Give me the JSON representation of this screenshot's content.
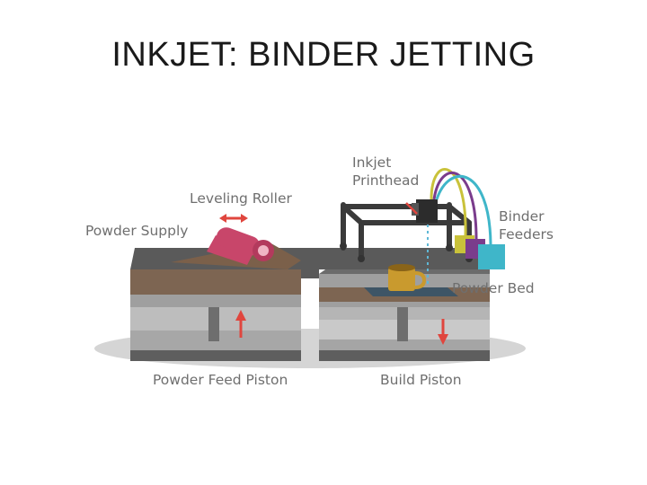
{
  "slide": {
    "title": "INKJET: BINDER JETTING"
  },
  "diagram": {
    "labels": {
      "inkjet_printhead_line1": "Inkjet",
      "inkjet_printhead_line2": "Printhead",
      "leveling_roller": "Leveling Roller",
      "powder_supply": "Powder Supply",
      "binder_feeders_line1": "Binder",
      "binder_feeders_line2": "Feeders",
      "powder_bed": "Powder Bed",
      "powder_feed_piston": "Powder Feed Piston",
      "build_piston": "Build Piston"
    },
    "colors": {
      "arrow": "#e0463e",
      "roller": "#c8466a",
      "powder": "#7b604a",
      "frame": "#4a4a4a",
      "cup": "#c99a2e",
      "feeder_yellow": "#c9c23a",
      "feeder_purple": "#7a3c8c",
      "feeder_cyan": "#3fb6c9"
    }
  }
}
